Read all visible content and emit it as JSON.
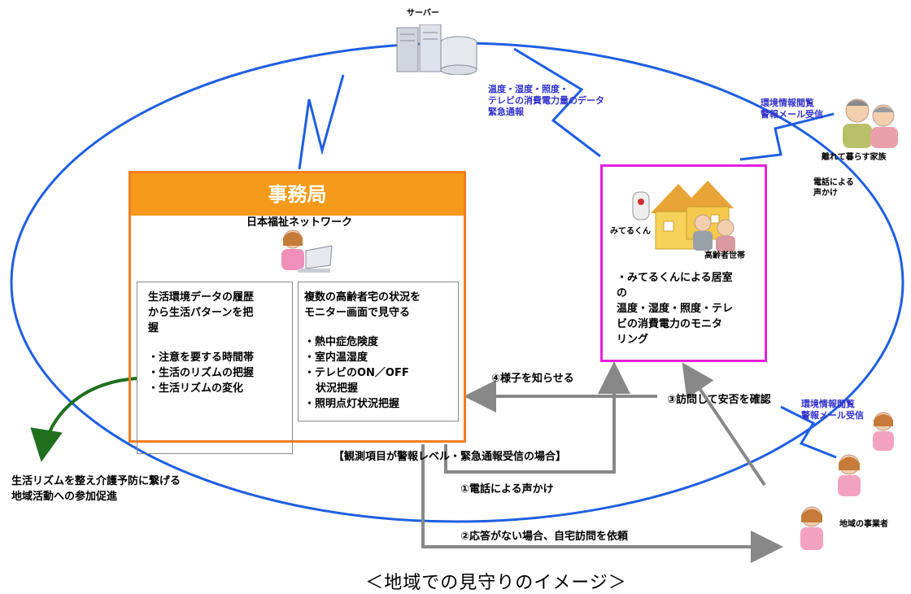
{
  "server": {
    "label": "サーバー"
  },
  "data_note": {
    "line1": "温度・湿度・照度・",
    "line2": "テレビの消費電力量のデータ",
    "line3": "緊急通報"
  },
  "family": {
    "note_line1": "環境情報閲覧",
    "note_line2": "警報メール受信",
    "label": "離れて暮らす家族",
    "call_line1": "電話による",
    "call_line2": "声かけ"
  },
  "office": {
    "title": "事務局",
    "org_name": "日本福祉ネットワーク",
    "left_box": {
      "line1": "生活環境データの履歴",
      "line2": "から生活パターンを把",
      "line3": "握",
      "item1": "・注意を要する時間帯",
      "item2": "・生活のリズムの把握",
      "item3": "・生活リズムの変化"
    },
    "mid_box": {
      "line1": "複数の高齢者宅の状況を",
      "line2": "モニター画面で見守る",
      "item1": "・熱中症危険度",
      "item2": "・室内温湿度",
      "item3": "・テレビのON／OFF",
      "item3b": "状況把握",
      "item4": "・照明点灯状況把握"
    }
  },
  "home": {
    "device_label": "みてるくん",
    "household_label": "高齢者世帯",
    "desc_line1": "・みてるくんによる居室",
    "desc_line2": "の",
    "desc_line3": "温度・湿度・照度・テレ",
    "desc_line4": "ビの消費電力のモニタ",
    "desc_line5": "リング"
  },
  "flows": {
    "step4": "④様子を知らせる",
    "step3": "③訪問して安否を確認",
    "condition": "【観測項目が警報レベル・緊急通報受信の場合】",
    "step1": "①電話による声かけ",
    "step2": "②応答がない場合、自宅訪問を依頼"
  },
  "business": {
    "note_line1": "環境情報閲覧",
    "note_line2": "警報メール受信",
    "label": "地域の事業者"
  },
  "outcome": {
    "line1": "生活リズムを整え介護予防に繋げる",
    "line2": "地域活動への参加促進"
  },
  "caption": "＜地域での見守りのイメージ＞",
  "colors": {
    "ellipse": "#1f5fe0",
    "office_border": "#f57c1f",
    "office_header": "#f59a1a",
    "home_border": "#e81ee0",
    "arrow_gray": "#888888",
    "arrow_green": "#1f6f1f",
    "note_blue": "#3333cc"
  }
}
